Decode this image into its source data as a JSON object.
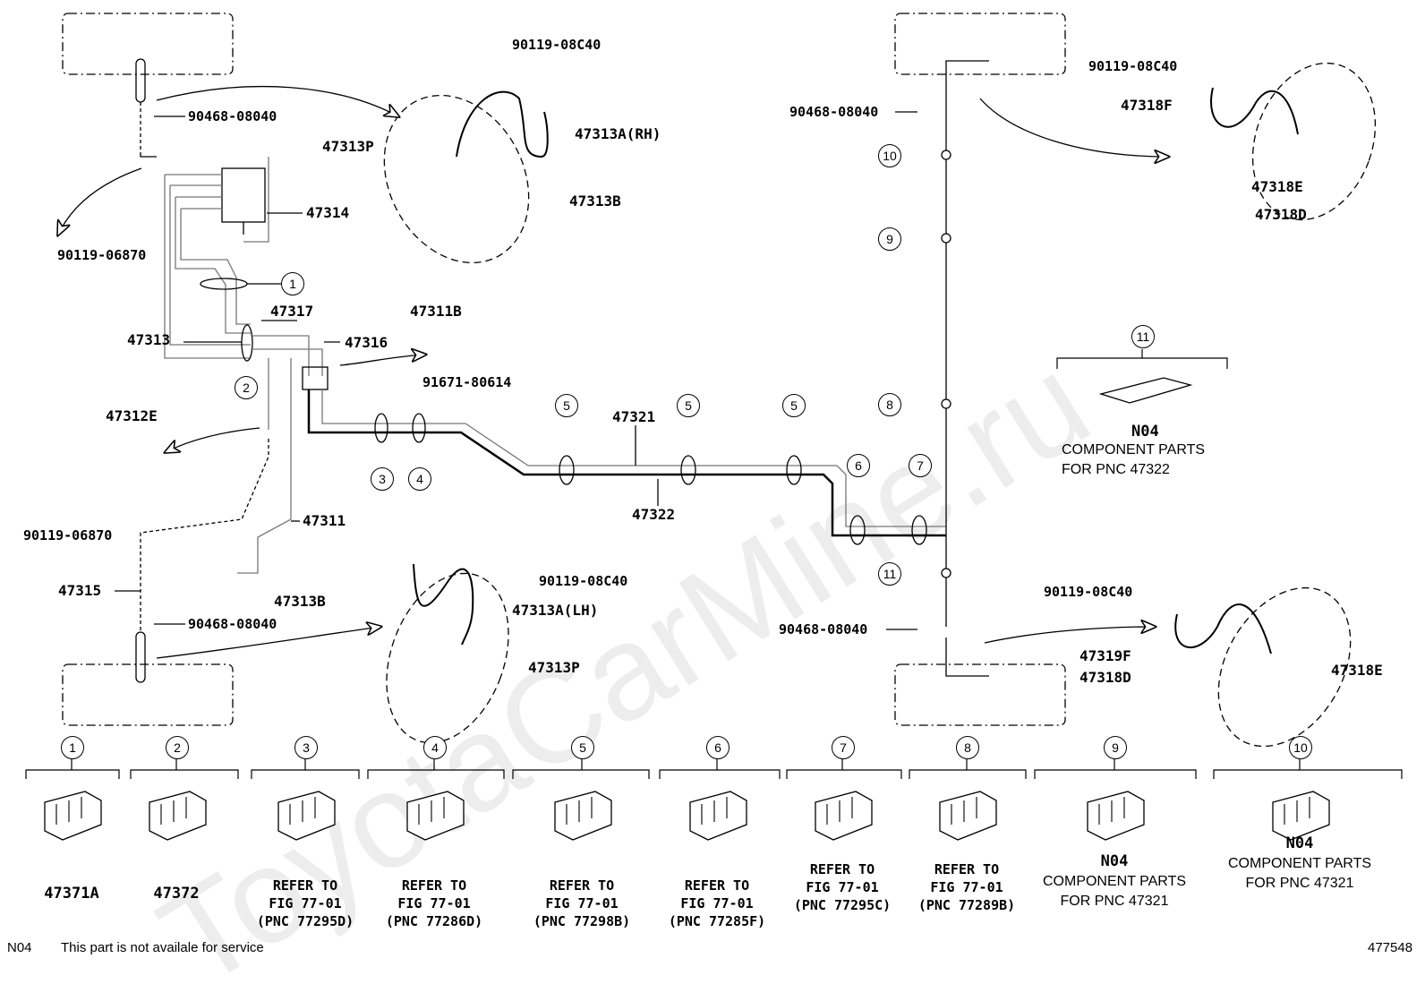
{
  "watermark": "ToyotaCarMine.ru",
  "part_labels": {
    "p90119_08c40_a": "90119-08C40",
    "p90468_08040_a": "90468-08040",
    "p47313P_a": "47313P",
    "p47313A_RH": "47313A(RH)",
    "p47313B_a": "47313B",
    "p47314": "47314",
    "p90119_06870_a": "90119-06870",
    "p47317": "47317",
    "p47313": "47313",
    "p47316": "47316",
    "p47311B": "47311B",
    "p91671_80614": "91671-80614",
    "p47312E": "47312E",
    "p90119_06870_b": "90119-06870",
    "p47311": "47311",
    "p47315": "47315",
    "p90468_08040_b": "90468-08040",
    "p47313B_b": "47313B",
    "p90119_08c40_b": "90119-08C40",
    "p47313A_LH": "47313A(LH)",
    "p47313P_b": "47313P",
    "p47321": "47321",
    "p47322": "47322",
    "p90468_08040_c": "90468-08040",
    "p90119_08c40_c": "90119-08C40",
    "p47318F": "47318F",
    "p47318E_a": "47318E",
    "p47318D_a": "47318D",
    "p90468_08040_d": "90468-08040",
    "p90119_08c40_d": "90119-08C40",
    "p47319F": "47319F",
    "p47318D_b": "47318D",
    "p47318E_b": "47318E"
  },
  "callouts": {
    "c1": "1",
    "c2": "2",
    "c3": "3",
    "c4": "4",
    "c5a": "5",
    "c5b": "5",
    "c5c": "5",
    "c6": "6",
    "c7": "7",
    "c8": "8",
    "c9": "9",
    "c10": "10",
    "c11a": "11",
    "c11b": "11"
  },
  "component_parts_47322": {
    "callout": "11",
    "code": "N04",
    "line1": "COMPONENT PARTS",
    "line2": "FOR PNC 47322"
  },
  "legend": {
    "items": [
      {
        "num": "1",
        "part": "47371A"
      },
      {
        "num": "2",
        "part": "47372"
      },
      {
        "num": "3",
        "ref": [
          "REFER TO",
          "FIG 77-01",
          "(PNC 77295D)"
        ]
      },
      {
        "num": "4",
        "ref": [
          "REFER TO",
          "FIG 77-01",
          "(PNC 77286D)"
        ]
      },
      {
        "num": "5",
        "ref": [
          "REFER TO",
          "FIG 77-01",
          "(PNC 77298B)"
        ]
      },
      {
        "num": "6",
        "ref": [
          "REFER TO",
          "FIG 77-01",
          "(PNC 77285F)"
        ]
      },
      {
        "num": "7",
        "ref": [
          "REFER TO",
          "FIG 77-01",
          "(PNC 77295C)"
        ]
      },
      {
        "num": "8",
        "ref": [
          "REFER TO",
          "FIG 77-01",
          "(PNC 77289B)"
        ]
      },
      {
        "num": "9",
        "code": "N04",
        "comp": [
          "COMPONENT PARTS",
          "FOR PNC 47321"
        ]
      },
      {
        "num": "10",
        "code": "N04",
        "comp": [
          "COMPONENT PARTS",
          "FOR PNC 47321"
        ]
      }
    ]
  },
  "footer": {
    "code": "N04",
    "note": "This part is not availale for service",
    "figure_number": "477548"
  }
}
